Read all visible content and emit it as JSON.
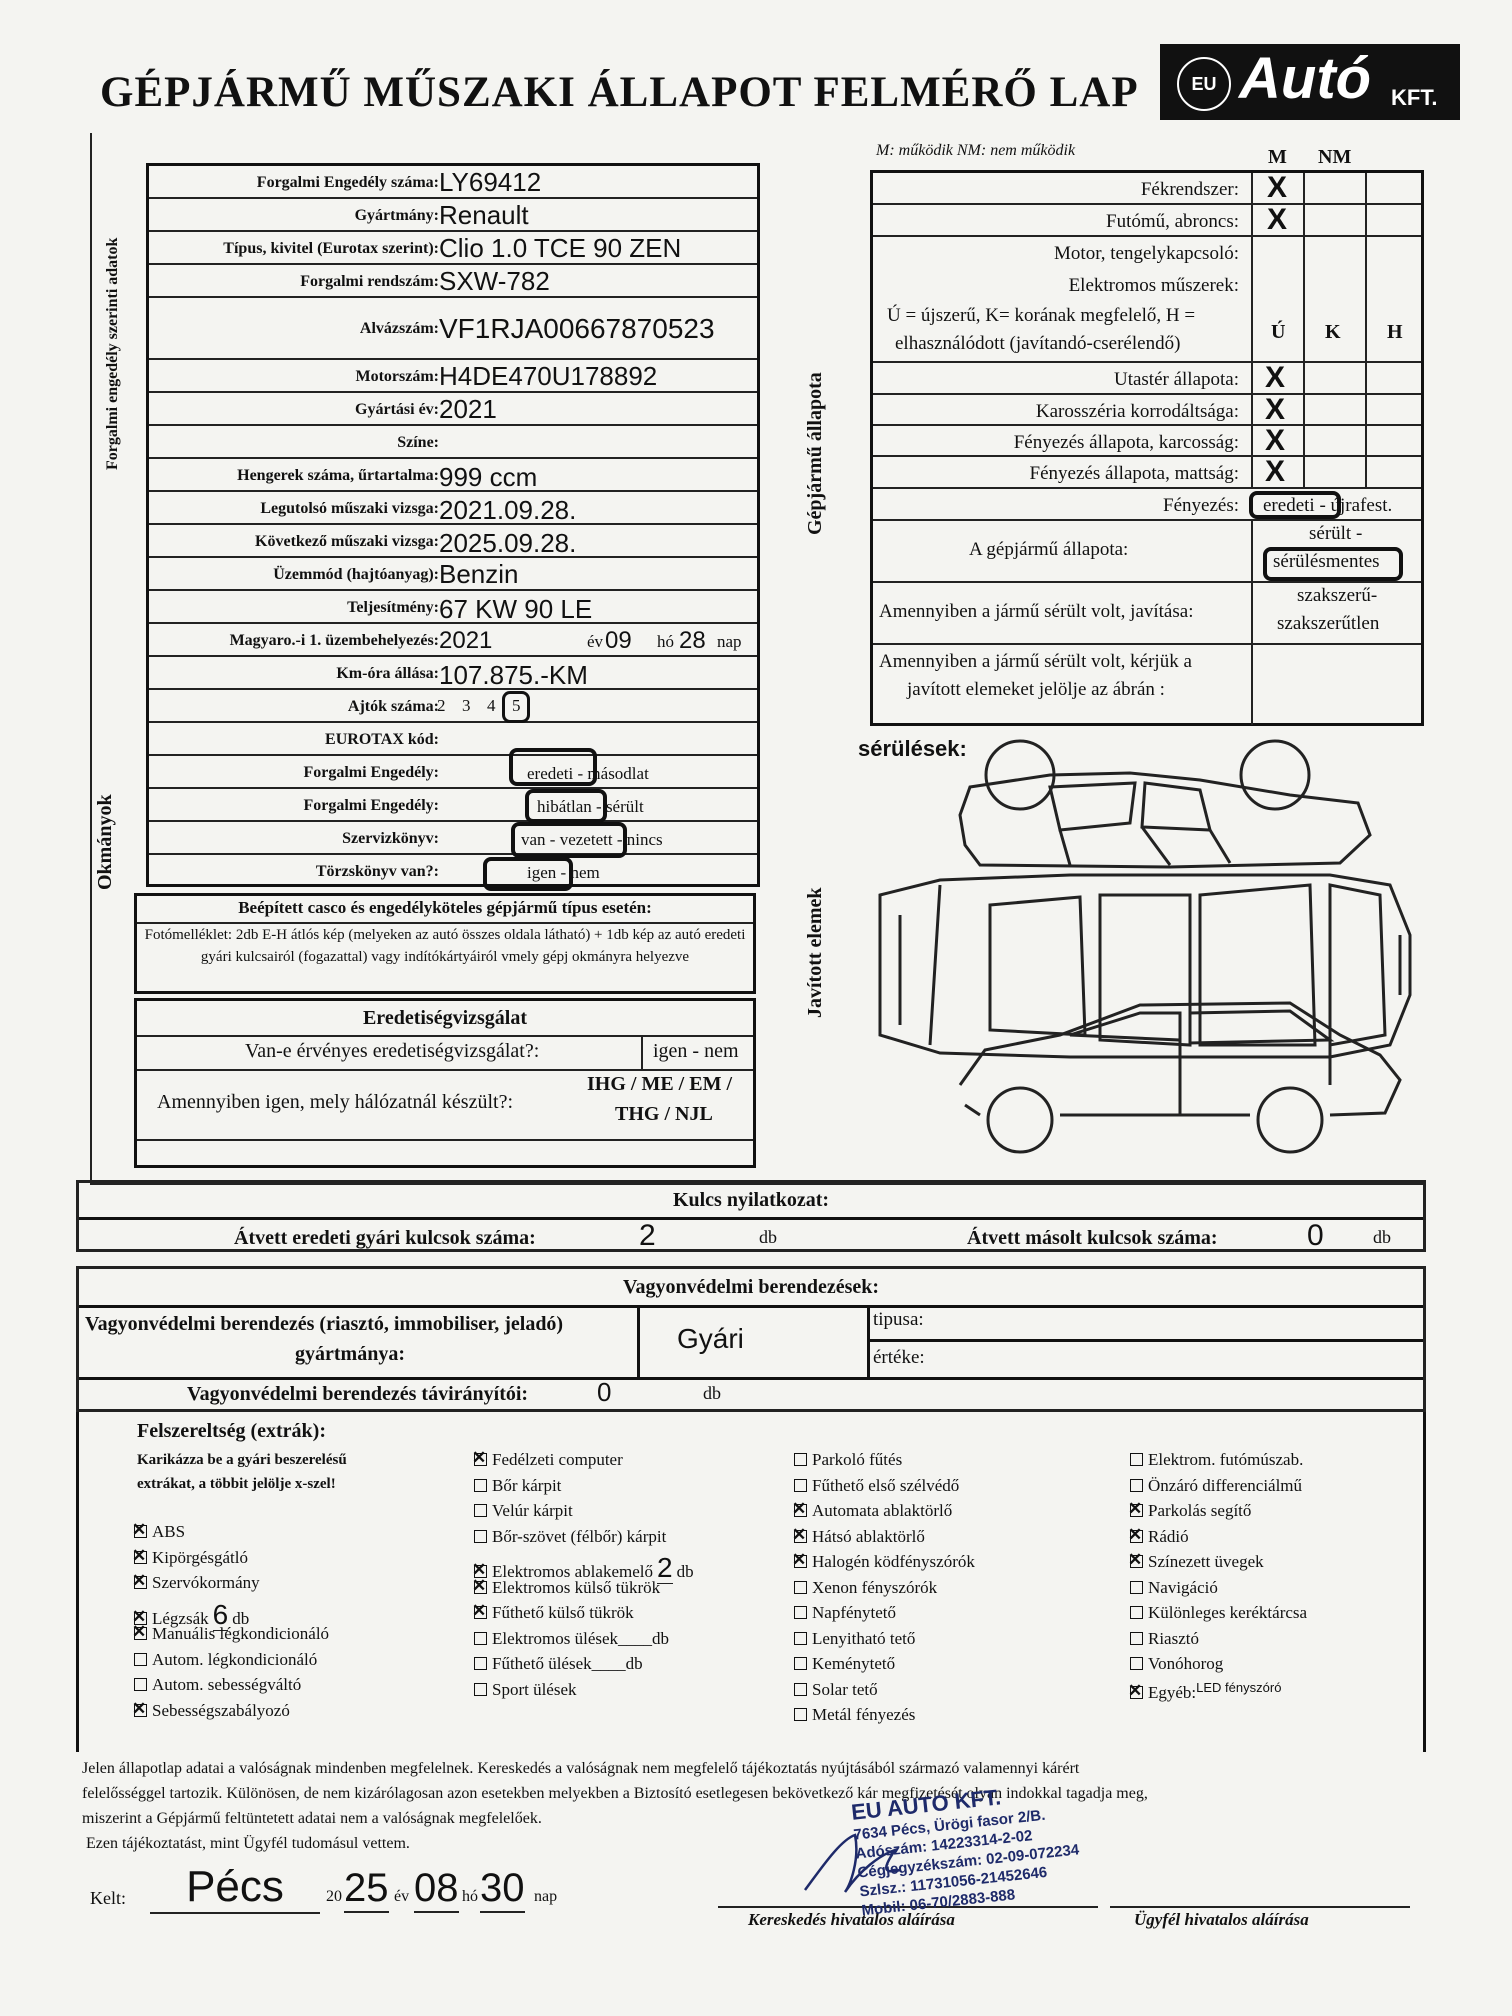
{
  "header": {
    "title": "GÉPJÁRMŰ MŰSZAKI ÁLLAPOT FELMÉRŐ LAP",
    "logo_eu": "EU",
    "logo_brand": "Autó",
    "logo_kft": "KFT."
  },
  "side_labels": {
    "forgalmi": "Forgalmi engedély szerinti adatok",
    "okmanyok": "Okmányok",
    "allapot": "Gépjármű állapota",
    "javitott": "Javított elemek"
  },
  "vehicle": [
    {
      "label": "Forgalmi Engedély száma:",
      "value": "LY69412"
    },
    {
      "label": "Gyártmány:",
      "value": "Renault"
    },
    {
      "label": "Típus, kivitel (Eurotax szerint):",
      "value": "Clio  1.0 TCE 90 ZEN"
    },
    {
      "label": "Forgalmi rendszám:",
      "value": "SXW-782"
    },
    {
      "label": "Alvázszám:",
      "value": "VF1RJA00667870523"
    },
    {
      "label": "Motorszám:",
      "value": "H4DE470U178892"
    },
    {
      "label": "Gyártási év:",
      "value": "2021"
    },
    {
      "label": "Színe:",
      "value": ""
    },
    {
      "label": "Hengerek száma, űrtartalma:",
      "value": "999 ccm"
    },
    {
      "label": "Legutolsó műszaki vizsga:",
      "value": "2021.09.28."
    },
    {
      "label": "Következő műszaki vizsga:",
      "value": "2025.09.28."
    },
    {
      "label": "Üzemmód (hajtóanyag):",
      "value": "Benzin"
    },
    {
      "label": "Teljesítmény:",
      "value": "67 KW 90 LE"
    }
  ],
  "registration": {
    "label": "Magyaro.-i 1. üzembehelyezés:",
    "year": "2021",
    "ev": "év",
    "month": "09",
    "ho": "hó",
    "day": "28",
    "nap": "nap"
  },
  "km": {
    "label": "Km-óra állása:",
    "value": "107.875.-KM"
  },
  "doors": {
    "label": "Ajtók száma:",
    "options": [
      "2",
      "3",
      "4",
      "5"
    ]
  },
  "eurotax": {
    "label": "EUROTAX kód:"
  },
  "documents": [
    {
      "label": "Forgalmi Engedély:",
      "opt1": "eredeti",
      "sep": " - ",
      "opt2": "másodlat"
    },
    {
      "label": "Forgalmi Engedély:",
      "opt1": "hibátlan",
      "sep": " - ",
      "opt2": "sérült"
    },
    {
      "label": "Szervizkönyv:",
      "opt1": "van - vezetett",
      "sep": " - ",
      "opt2": "nincs"
    },
    {
      "label": "Törzskönyv van?:",
      "opt1": "igen",
      "sep": " - ",
      "opt2": "nem"
    }
  ],
  "casco": {
    "title": "Beépített casco és engedélyköteles gépjármű típus esetén:",
    "text": "Fotómelléklet: 2db E-H átlós kép (melyeken az autó összes oldala látható) + 1db kép az autó eredeti gyári kulcsairól (fogazattal) vagy indítókártyáiról vmely gépj okmányra helyezve"
  },
  "originality": {
    "title": "Eredetiségvizsgálat",
    "q1": "Van-e érvényes eredetiségvizsgálat?:",
    "a1": "igen - nem",
    "q2": "Amennyiben igen, mely hálózatnál készült?:",
    "a2_line1": "IHG / ME / EM /",
    "a2_line2": "THG / NJL"
  },
  "condition": {
    "legend": "M: működik   NM: nem működik",
    "col_m": "M",
    "col_nm": "NM",
    "items": [
      {
        "label": "Fékrendszer:",
        "mark": "X"
      },
      {
        "label": "Futómű, abroncs:",
        "mark": "X"
      },
      {
        "label": "Motor, tengelykapcsoló:",
        "mark": ""
      },
      {
        "label": "Elektromos műszerek:",
        "mark": ""
      }
    ],
    "ukh_line1": "Ú = újszerű, K= korának megfelelő, H =",
    "ukh_line2": "elhasználódott (javítandó-cserélendő)",
    "col_u": "Ú",
    "col_k": "K",
    "col_h": "H",
    "state_items": [
      {
        "label": "Utastér állapota:",
        "mark": "X"
      },
      {
        "label": "Karosszéria korrodáltsága:",
        "mark": "X"
      },
      {
        "label": "Fényezés állapota, karcosság:",
        "mark": "X"
      },
      {
        "label": "Fényezés állapota, mattság:",
        "mark": "X"
      }
    ],
    "paint": {
      "label": "Fényezés:",
      "opt1": "eredeti",
      "sep": " - ",
      "opt2": "újrafest."
    },
    "state": {
      "label": "A gépjármű állapota:",
      "opt1": "sérült -",
      "opt2": "sérülésmentes"
    },
    "repair": {
      "label": "Amennyiben a jármű sérült volt, javítása:",
      "opt1": "szakszerű-",
      "opt2": "szakszerűtlen"
    },
    "mark_label_line1": "Amennyiben a jármű sérült volt, kérjük a",
    "mark_label_line2": "javított elemeket jelölje az ábrán :"
  },
  "damage": {
    "label": "sérülések:"
  },
  "keys": {
    "title": "Kulcs nyilatkozat:",
    "orig_label": "Átvett eredeti gyári kulcsok száma:",
    "orig_value": "2",
    "orig_unit": "db",
    "copy_label": "Átvett másolt kulcsok száma:",
    "copy_value": "0",
    "copy_unit": "db"
  },
  "security": {
    "title": "Vagyonvédelmi berendezések:",
    "maker_label_line1": "Vagyonvédelmi berendezés (riasztó, immobiliser, jeladó)",
    "maker_label_line2": "gyártmánya:",
    "maker_value": "Gyári",
    "type_label": "tipusa:",
    "value_label": "értéke:",
    "remote_label": "Vagyonvédelmi berendezés távirányítói:",
    "remote_value": "0",
    "remote_unit": "db"
  },
  "equipment": {
    "title": "Felszereltség (extrák):",
    "instr_line1": "Karikázza be a gyári beszerelésű",
    "instr_line2": "extrákat, a többit jelölje x-szel!",
    "col1": [
      {
        "label": "ABS",
        "checked": true
      },
      {
        "label": "Kipörgésgátló",
        "checked": true
      },
      {
        "label": "Szervókormány",
        "checked": true
      },
      {
        "label": "Légzsák",
        "checked": true,
        "count": "6",
        "unit": "db"
      },
      {
        "label": "Manuális légkondicionáló",
        "checked": true
      },
      {
        "label": "Autom. légkondicionáló",
        "checked": false
      },
      {
        "label": "Autom. sebességváltó",
        "checked": false
      },
      {
        "label": "Sebességszabályozó",
        "checked": true
      }
    ],
    "col2": [
      {
        "label": "Fedélzeti computer",
        "checked": true
      },
      {
        "label": "Bőr kárpit",
        "checked": false
      },
      {
        "label": "Velúr kárpit",
        "checked": false
      },
      {
        "label": "Bőr-szövet (félbőr) kárpit",
        "checked": false
      },
      {
        "label": "Elektromos ablakemelő",
        "checked": true,
        "count": "2",
        "unit": "db"
      },
      {
        "label": "Elektromos külső tükrök",
        "checked": true
      },
      {
        "label": "Fűthető külső tükrök",
        "checked": true
      },
      {
        "label": "Elektromos ülések____db",
        "checked": false
      },
      {
        "label": "Fűthető ülések____db",
        "checked": false
      },
      {
        "label": "Sport ülések",
        "checked": false
      }
    ],
    "col3": [
      {
        "label": "Parkoló fűtés",
        "checked": false
      },
      {
        "label": "Fűthető első szélvédő",
        "checked": false
      },
      {
        "label": "Automata ablaktörlő",
        "checked": true
      },
      {
        "label": "Hátsó ablaktörlő",
        "checked": true
      },
      {
        "label": "Halogén ködfényszórók",
        "checked": true
      },
      {
        "label": "Xenon fényszórók",
        "checked": false
      },
      {
        "label": "Napfénytető",
        "checked": false
      },
      {
        "label": "Lenyitható tető",
        "checked": false
      },
      {
        "label": "Keménytető",
        "checked": false
      },
      {
        "label": "Solar tető",
        "checked": false
      },
      {
        "label": "Metál fényezés",
        "checked": false
      }
    ],
    "col4": [
      {
        "label": "Elektrom. futómúszab.",
        "checked": false
      },
      {
        "label": "Önzáró differenciálmű",
        "checked": false
      },
      {
        "label": "Parkolás segítő",
        "checked": true
      },
      {
        "label": "Rádió",
        "checked": true
      },
      {
        "label": "Színezett üvegek",
        "checked": true
      },
      {
        "label": "Navigáció",
        "checked": false
      },
      {
        "label": "Különleges keréktárcsa",
        "checked": false
      },
      {
        "label": "Riasztó",
        "checked": false
      },
      {
        "label": "Vonóhorog",
        "checked": false
      },
      {
        "label": "Egyéb:",
        "checked": true,
        "extra": "LED fényszóró"
      }
    ]
  },
  "declaration": {
    "line1": "Jelen állapotlap adatai a valóságnak mindenben megfelelnek. Kereskedés a valóságnak nem megfelelő tájékoztatás nyújtásából származó valamennyi kárért",
    "line2": "felelősséggel tartozik. Különösen, de nem kizárólagosan azon esetekben melyekben a Biztosító esetlegesen bekövetkező kár megfizetését olyan indokkal tagadja meg,",
    "line3": "miszerint a Gépjármű feltüntetett adatai nem a valóságnak megfelelőek.",
    "line4": "Ezen tájékoztatást, mint Ügyfél tudomásul vettem."
  },
  "signing": {
    "kelt": "Kelt:",
    "place": "Pécs",
    "year_prefix": "20",
    "year": "25",
    "ev": "év",
    "month": "08",
    "ho": "hó",
    "day": "30",
    "nap": "nap",
    "dealer_sig": "Kereskedés hivatalos aláírása",
    "client_sig": "Ügyfél hivatalos aláírása"
  },
  "stamp": {
    "line1": "EU AUTO KFT.",
    "line2": "7634 Pécs, Ürögi fasor 2/B.",
    "line3": "Adószám: 14223314-2-02",
    "line4": "Cégjegyzékszám: 02-09-072234",
    "line5": "Szlsz.: 11731056-21452646",
    "line6": "Mobil: 06-70/2883-888"
  }
}
